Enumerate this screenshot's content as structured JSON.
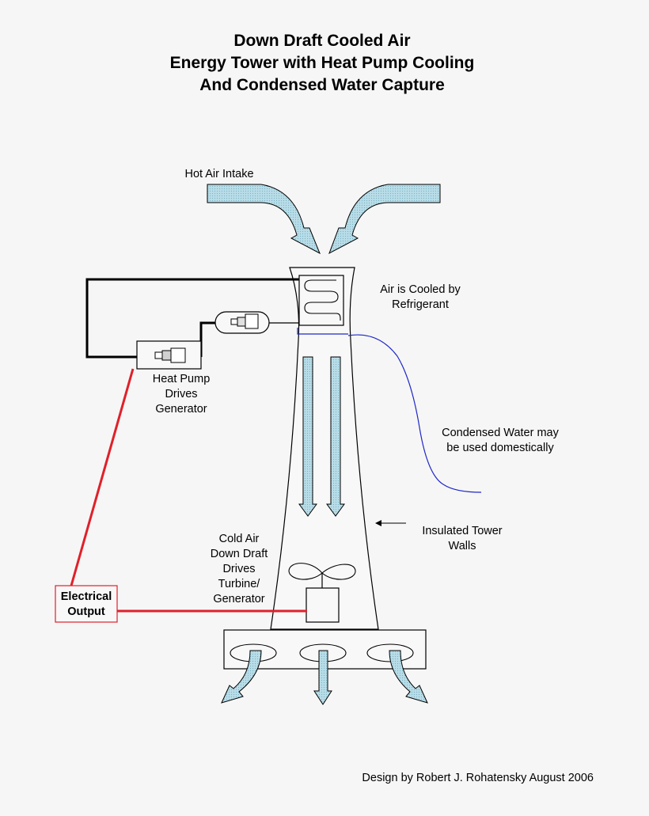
{
  "title": {
    "line1": "Down Draft Cooled Air",
    "line2": "Energy Tower with Heat Pump Cooling",
    "line3": "And Condensed Water Capture"
  },
  "labels": {
    "hot_air_intake": "Hot Air Intake",
    "air_cooled_1": "Air is Cooled by",
    "air_cooled_2": "Refrigerant",
    "heat_pump_1": "Heat Pump",
    "heat_pump_2": "Drives",
    "heat_pump_3": "Generator",
    "condensed_1": "Condensed Water may",
    "condensed_2": "be used domestically",
    "insulated_1": "Insulated Tower",
    "insulated_2": "Walls",
    "cold_air_1": "Cold Air",
    "cold_air_2": "Down Draft",
    "cold_air_3": "Drives",
    "cold_air_4": "Turbine/",
    "cold_air_5": "Generator",
    "electrical_1": "Electrical",
    "electrical_2": "Output"
  },
  "credit": "Design by Robert J. Rohatensky August 2006",
  "colors": {
    "background": "#f6f6f6",
    "arrow_fill": "#a9d3df",
    "power_line": "#e0202a",
    "water_line": "#1f28c8",
    "outline": "#000000"
  }
}
